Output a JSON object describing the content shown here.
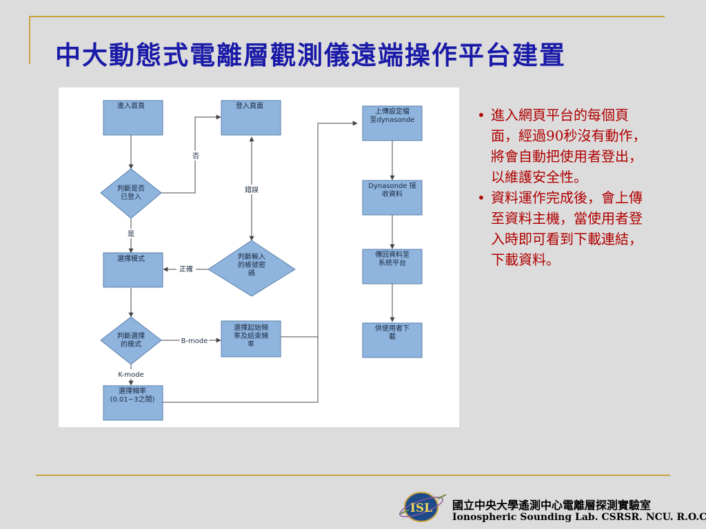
{
  "slide": {
    "title": "中大動態式電離層觀測儀遠端操作平台建置"
  },
  "flowchart": {
    "nodes": {
      "enter_home": [
        "進入首頁"
      ],
      "login_page": [
        "登入頁面"
      ],
      "check_login": [
        "判斷是否",
        "已登入"
      ],
      "select_mode": [
        "選擇模式"
      ],
      "check_password": [
        "判斷輸入",
        "的帳號密",
        "碼"
      ],
      "check_mode": [
        "判斷選擇",
        "的模式"
      ],
      "select_range": [
        "選擇起始頻",
        "率及結束頻",
        "率"
      ],
      "select_freq": [
        "選擇頻率",
        "(0.01~3之間)"
      ],
      "upload_settings": [
        "上傳設定檔",
        "至dynasonde"
      ],
      "dynasonde_receive": [
        "Dynasonde 接",
        "收資料"
      ],
      "return_data": [
        "傳回資料至",
        "系統平台"
      ],
      "user_download": [
        "供使用者下",
        "載"
      ]
    },
    "edge_labels": {
      "no": "否",
      "error": "錯誤",
      "yes": "是",
      "correct": "正確",
      "b_mode": "B-mode",
      "k_mode": "K-mode"
    },
    "colors": {
      "node_fill": "#8fb4de",
      "node_stroke": "#5a7ea8",
      "arrow": "#444444"
    }
  },
  "bullets": [
    {
      "symbol": "•",
      "text": "進入網頁平台的每個頁面，經過90秒沒有動作，將會自動把使用者登出，以維護安全性。"
    },
    {
      "symbol": "•",
      "text": "資料運作完成後，會上傳至資料主機，當使用者登入時即可看到下載連結，下載資料。"
    }
  ],
  "footer": {
    "logo_text": "ISL",
    "org_cn": "國立中央大學遙測中心電離層探測實驗室",
    "org_en": "Ionospheric Sounding Lab. CSRSR.  NCU. R.O.C"
  },
  "theme": {
    "background": "#dcdcdc",
    "frame_line": "#c8a23c",
    "title_color": "#1a1aa8",
    "bullet_color": "#b00000"
  }
}
